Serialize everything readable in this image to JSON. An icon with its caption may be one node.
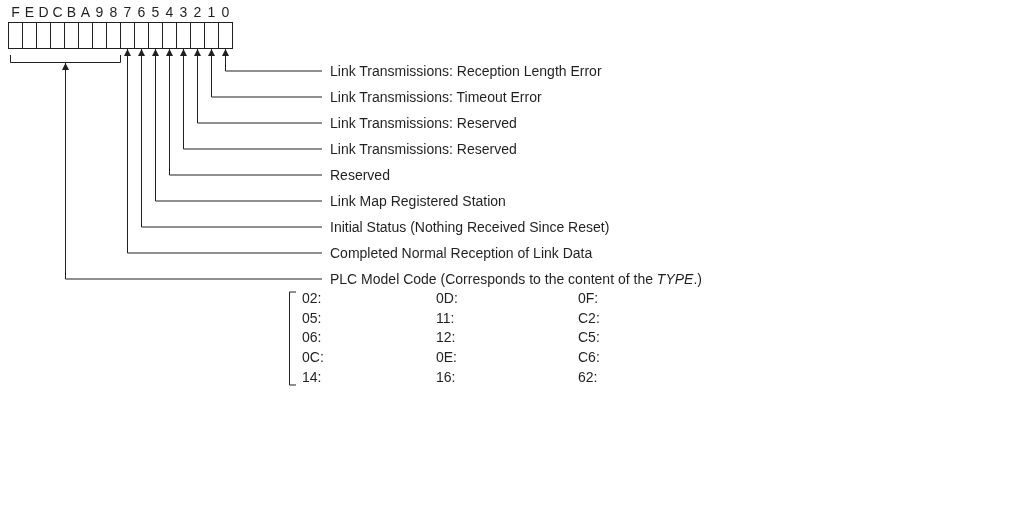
{
  "diagram": {
    "nodes": [
      {
        "text": [
          "F"
        ]
      },
      {
        "text": [
          "E"
        ]
      },
      {
        "text": [
          "D"
        ]
      },
      {
        "text": [
          "C"
        ]
      },
      {
        "text": [
          "B"
        ]
      },
      {
        "text": [
          "A"
        ]
      },
      {
        "text": [
          "9"
        ]
      },
      {
        "text": [
          "8"
        ]
      },
      {
        "text": [
          "7"
        ]
      },
      {
        "text": [
          "6"
        ]
      },
      {
        "text": [
          "5"
        ]
      },
      {
        "text": [
          "4"
        ]
      },
      {
        "text": [
          "3"
        ]
      },
      {
        "text": [
          "2"
        ]
      },
      {
        "text": [
          "1"
        ]
      },
      {
        "text": [
          "0"
        ]
      },
      {
        "text": [],
        "shape": "bracket"
      },
      {
        "text": [
          "Link Transmissions: Reception Length Error"
        ]
      },
      {
        "text": [
          "Link Transmissions: Timeout Error"
        ]
      },
      {
        "text": [
          "Link Transmissions: Reserved"
        ]
      },
      {
        "text": [
          "Link Transmissions: Reserved"
        ]
      },
      {
        "text": [
          "Reserved"
        ]
      },
      {
        "text": [
          "Link Map Registered Station"
        ]
      },
      {
        "text": [
          "Initial Status (Nothing Received Since Reset)"
        ]
      },
      {
        "text": [
          "Completed Normal Reception of Link Data"
        ]
      },
      {
        "text": [
          "PLC Model Code (Corresponds to the content of the *TYPE*.)"
        ]
      }
    ],
    "edges": [
      {
        "from": 17,
        "to": 15,
        "arrow": "to"
      },
      {
        "from": 18,
        "to": 14,
        "arrow": "to"
      },
      {
        "from": 19,
        "to": 13,
        "arrow": "to"
      },
      {
        "from": 20,
        "to": 12,
        "arrow": "to"
      },
      {
        "from": 21,
        "to": 11,
        "arrow": "to"
      },
      {
        "from": 22,
        "to": 10,
        "arrow": "to"
      },
      {
        "from": 23,
        "to": 9,
        "arrow": "to"
      },
      {
        "from": 24,
        "to": 8,
        "arrow": "to"
      },
      {
        "from": 25,
        "to": 16,
        "arrow": "to"
      }
    ],
    "labels": [
      "02:",
      "0D:",
      "0F:",
      "05:",
      "11:",
      "C2:",
      "06:",
      "12:",
      "C5:",
      "0C:",
      "0E:",
      "C6:",
      "14:",
      "16:",
      "62:"
    ]
  }
}
